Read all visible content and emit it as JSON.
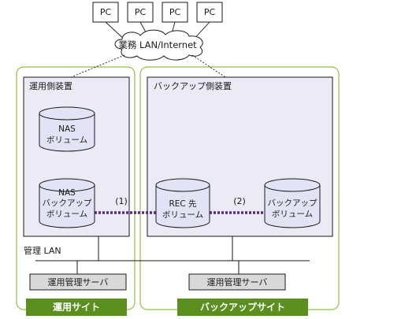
{
  "pcs": [
    {
      "label": "PC"
    },
    {
      "label": "PC"
    },
    {
      "label": "PC"
    },
    {
      "label": "PC"
    }
  ],
  "network": {
    "cloud_label": "業務 LAN/Internet",
    "mgmt_lan_label": "管理 LAN"
  },
  "operation_site": {
    "device_title": "運用側装置",
    "nas_volume": {
      "line1": "NAS",
      "line2": "ボリューム"
    },
    "nas_backup_volume": {
      "line1": "NAS",
      "line2": "バックアップ",
      "line3": "ボリューム"
    },
    "server_label": "運用管理サーバ",
    "site_label": "運用サイト"
  },
  "backup_site": {
    "device_title": "バックアップ側装置",
    "rec_volume": {
      "line1": "REC 先",
      "line2": "ボリューム"
    },
    "backup_volume": {
      "line1": "バックアップ",
      "line2": "ボリューム"
    },
    "server_label": "運用管理サーバ",
    "site_label": "バックアップサイト"
  },
  "links": {
    "link1_label": "(1)",
    "link2_label": "(2)"
  },
  "colors": {
    "site_border": "#8fbf4a",
    "site_label_bg": "#5a8f1e",
    "device_fill": "#ebeaf5",
    "cylinder_fill": "#e2e4f6",
    "server_fill": "#d9d9d9",
    "link_purple": "#5b2a86"
  }
}
